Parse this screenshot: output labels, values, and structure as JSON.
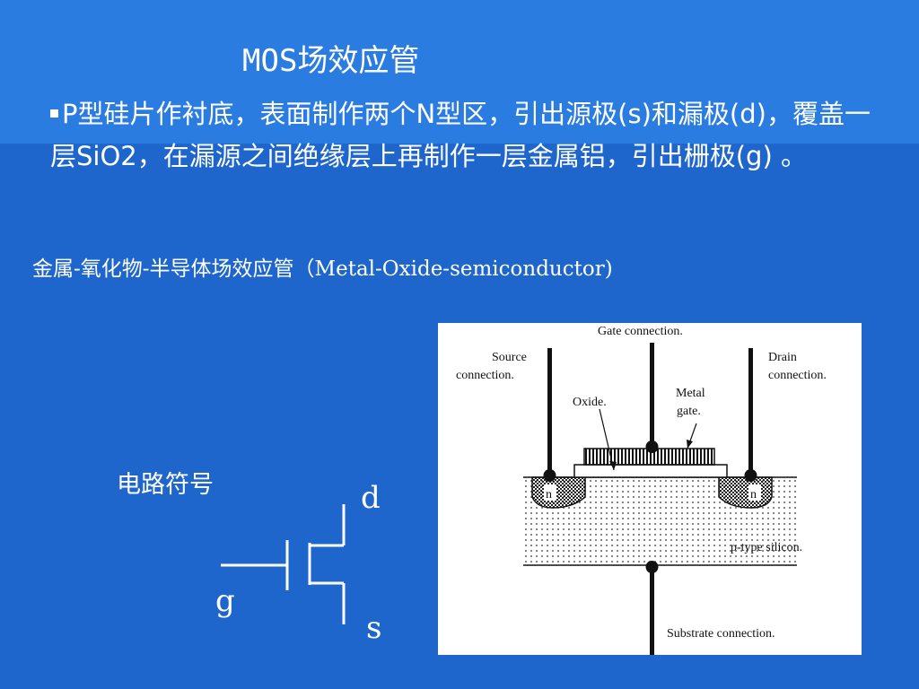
{
  "slide": {
    "title": "MOS场效应管",
    "paragraph": "P型硅片作衬底，表面制作两个N型区，引出源极(s)和漏极(d)，覆盖一层SiO2，在漏源之间绝缘层上再制作一层金属铝，引出栅极(g) 。",
    "subtitle": "金属-氧化物-半导体场效应管（Metal-Oxide-semiconductor)",
    "symbol_label": "电路符号",
    "terminals": {
      "drain": "d",
      "gate": "g",
      "source": "s"
    }
  },
  "diagram": {
    "labels": {
      "gate_connection": "Gate connection.",
      "source_line1": "Source",
      "source_line2": "connection.",
      "drain_line1": "Drain",
      "drain_line2": "connection.",
      "oxide": "Oxide.",
      "metal_line1": "Metal",
      "metal_line2": "gate.",
      "n_left": "n",
      "n_right": "n",
      "ptype": "p-type silicon.",
      "substrate": "Substrate connection."
    }
  },
  "colors": {
    "background": "#1f66cc",
    "text": "#ffffff"
  }
}
